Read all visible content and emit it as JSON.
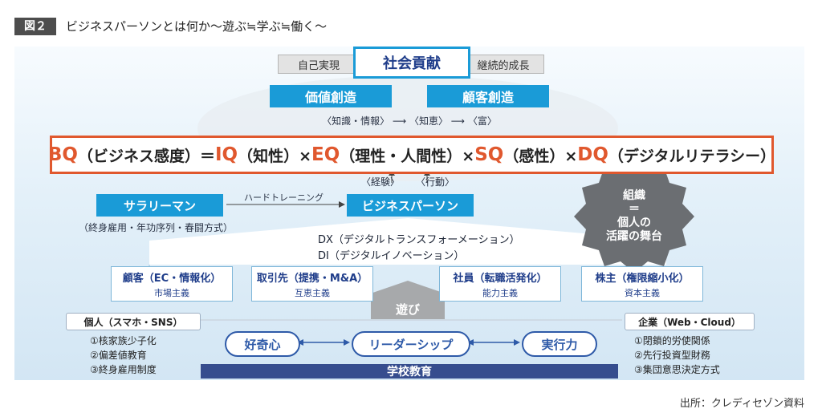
{
  "figure": {
    "tag": "図２",
    "title": "ビジネスパーソンとは何か～遊ぶ≒学ぶ≒働く～",
    "source": "出所：クレディセゾン資料"
  },
  "top": {
    "left": "自己実現",
    "center": "社会貢献",
    "right": "継続的成長"
  },
  "creation": {
    "value": "価値創造",
    "customer": "顧客創造"
  },
  "knowledge_flow": "〈知識・情報〉 ⟶ 〈知恵〉 ⟶ 〈富〉",
  "formula": {
    "bq": "BQ",
    "bq_desc": "（ビジネス感度）＝",
    "iq": "IQ",
    "iq_desc": "（知性）×",
    "eq": "EQ",
    "eq_desc": "（理性・人間性）×",
    "sq": "SQ",
    "sq_desc": "（感性）×",
    "dq": "DQ",
    "dq_desc": "（デジタルリテラシー）"
  },
  "inputs": {
    "experience": "〈経験〉",
    "action": "〈行動〉"
  },
  "salaryman": {
    "label": "サラリーマン",
    "sub": "（終身雇用・年功序列・春闘方式）"
  },
  "hard_training": "ハードトレーニング",
  "business_person": "ビジネスパーソン",
  "badge": {
    "line1": "組織",
    "line2": "＝",
    "line3": "個人の",
    "line4": "活躍の舞台"
  },
  "dx": {
    "line1": "DX（デジタルトランスフォーメーション）",
    "line2": "DⅠ（デジタルイノベーション）"
  },
  "fields": [
    {
      "title": "顧客（EC・情報化）",
      "sub": "市場主義"
    },
    {
      "title": "取引先（提携・M&A）",
      "sub": "互恵主義"
    },
    {
      "title": "社員（転職活発化）",
      "sub": "能力主義"
    },
    {
      "title": "株主（権限縮小化）",
      "sub": "資本主義"
    }
  ],
  "play": "遊び",
  "individual": {
    "head": "個人（スマホ・SNS）",
    "items": [
      "①核家族少子化",
      "②偏差値教育",
      "③終身雇用制度"
    ]
  },
  "company": {
    "head": "企業（Web・Cloud）",
    "items": [
      "①閉鎖的労使関係",
      "②先行投資型財務",
      "③集団意思決定方式"
    ]
  },
  "traits": {
    "curiosity": "好奇心",
    "leadership": "リーダーシップ",
    "execution": "実行力"
  },
  "school": "学校教育",
  "colors": {
    "accent_blue": "#1a9bd7",
    "accent_red": "#e0582e",
    "navy": "#364d8e"
  }
}
